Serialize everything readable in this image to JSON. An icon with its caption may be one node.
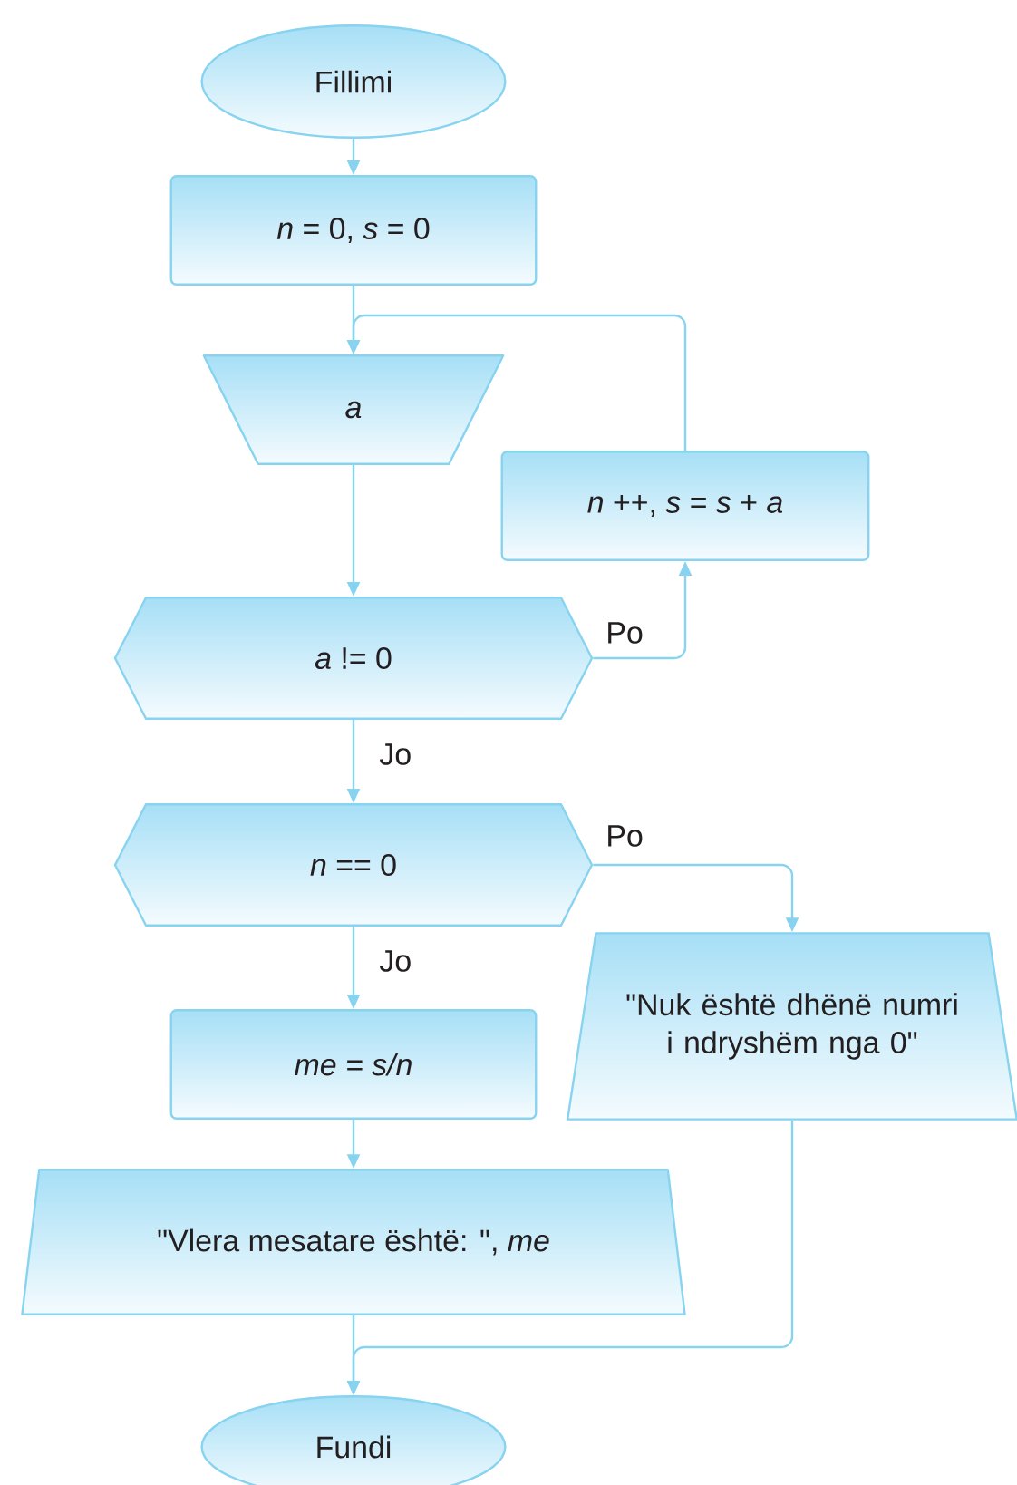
{
  "diagram": {
    "nodes": [
      {
        "text": [
          "Fillimi"
        ]
      },
      {
        "text": [
          "*n* = 0,  *s* = 0"
        ]
      },
      {
        "text": [
          "*a*"
        ]
      },
      {
        "text": [
          "*a* != 0"
        ]
      },
      {
        "text": [
          "*n* ++,  *s* = *s* + *a*"
        ]
      },
      {
        "text": [
          "*n* == 0"
        ]
      },
      {
        "text": [
          "*me* = *s/n*"
        ]
      },
      {
        "text": [
          "\"Nuk është dhënë numri i ndryshëm nga 0\""
        ]
      },
      {
        "text": [
          "\"Vlera mesatare është: \", *me*"
        ]
      },
      {
        "text": [
          "Fundi"
        ]
      }
    ],
    "edges": [
      {
        "from": 0,
        "to": 1,
        "arrow": "to"
      },
      {
        "from": 1,
        "to": 2,
        "arrow": "to"
      },
      {
        "from": 2,
        "to": 3,
        "arrow": "to"
      },
      {
        "from": 3,
        "to": 4,
        "arrow": "to",
        "label": "Po"
      },
      {
        "from": 4,
        "to": 2,
        "arrow": "to"
      },
      {
        "from": 3,
        "to": 5,
        "arrow": "to",
        "label": "Jo"
      },
      {
        "from": 5,
        "to": 6,
        "arrow": "to",
        "label": "Jo"
      },
      {
        "from": 5,
        "to": 7,
        "arrow": "to",
        "label": "Po"
      },
      {
        "from": 6,
        "to": 8,
        "arrow": "to"
      },
      {
        "from": 8,
        "to": 9,
        "arrow": "to"
      },
      {
        "from": 7,
        "to": 9,
        "arrow": "to"
      }
    ]
  }
}
